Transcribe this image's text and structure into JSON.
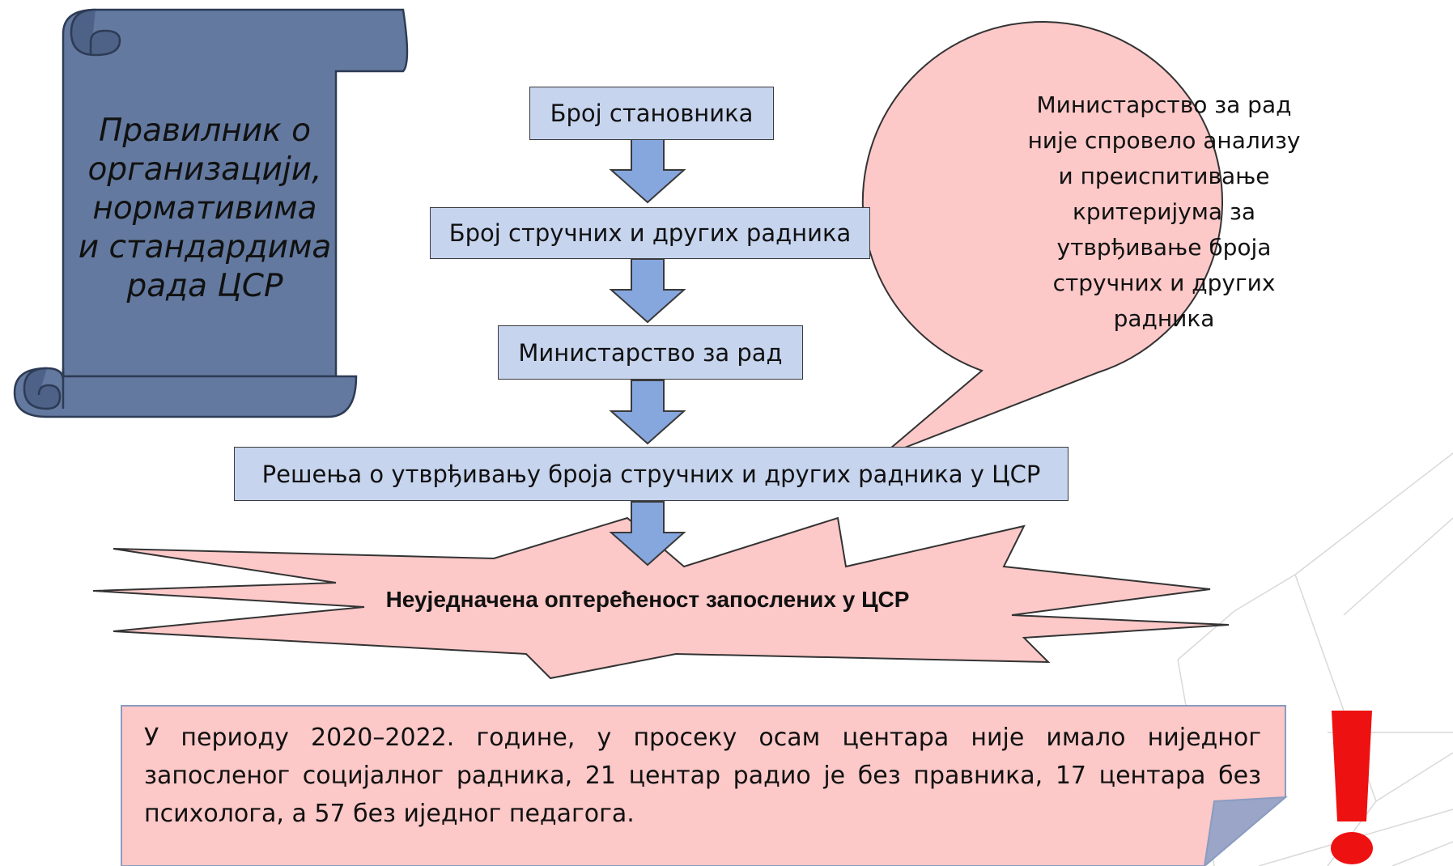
{
  "scroll": {
    "lines": [
      "Правилник о",
      "организацији,",
      "нормативима",
      "и стандардима",
      "рада ЦСР"
    ]
  },
  "flow": {
    "steps": [
      "Број становника",
      "Број стручних и других радника",
      "Министарство за рад",
      "Решења о утврђивању броја стручних и других радника у ЦСР"
    ],
    "result": "Неуједначена оптерећеност запослених у ЦСР"
  },
  "callout": {
    "lines": [
      "Министарство за рад",
      "није спровело анализу",
      "и преиспитивање",
      "критеријума за",
      "утврђивање броја",
      "стручних и других",
      "радника"
    ]
  },
  "note": {
    "text": "У периоду 2020–2022. године, у просеку осам центара није имало ниједног запосленог социјалног радника, 21 центар радио је без правника, 17 центара без психолога, а 57 без иједног педагога."
  },
  "alert": {
    "symbol": "!"
  },
  "colors": {
    "scroll_fill": "#63799f",
    "scroll_curl": "#4e6288",
    "box_fill": "#c6d4ee",
    "arrow_fill": "#86a6de",
    "pink": "#fcc8c8",
    "alert_red": "#ee1111"
  }
}
